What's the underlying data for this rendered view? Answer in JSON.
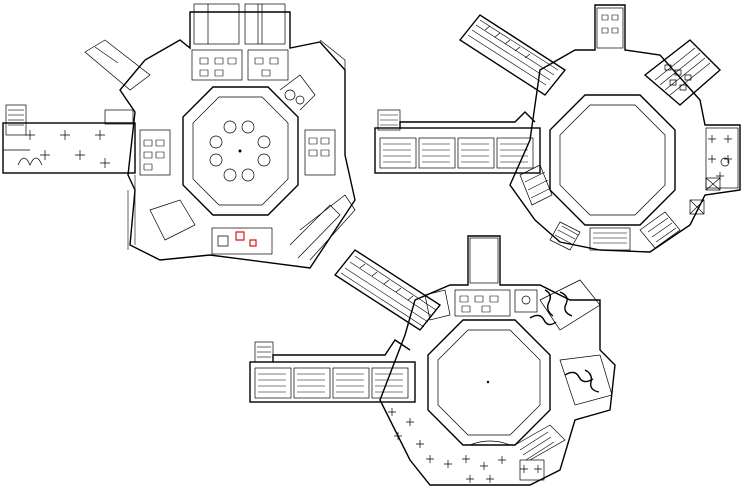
{
  "drawing": {
    "type": "architectural-floor-plans",
    "plans": [
      {
        "id": "plan-1",
        "name": "",
        "courtyard_furniture": "round-tables"
      },
      {
        "id": "plan-2",
        "name": "",
        "courtyard_furniture": "empty"
      },
      {
        "id": "plan-3",
        "name": "",
        "courtyard_furniture": "empty"
      }
    ],
    "line_color": "#000000",
    "accent_color": "#e01010",
    "background": "#ffffff"
  }
}
